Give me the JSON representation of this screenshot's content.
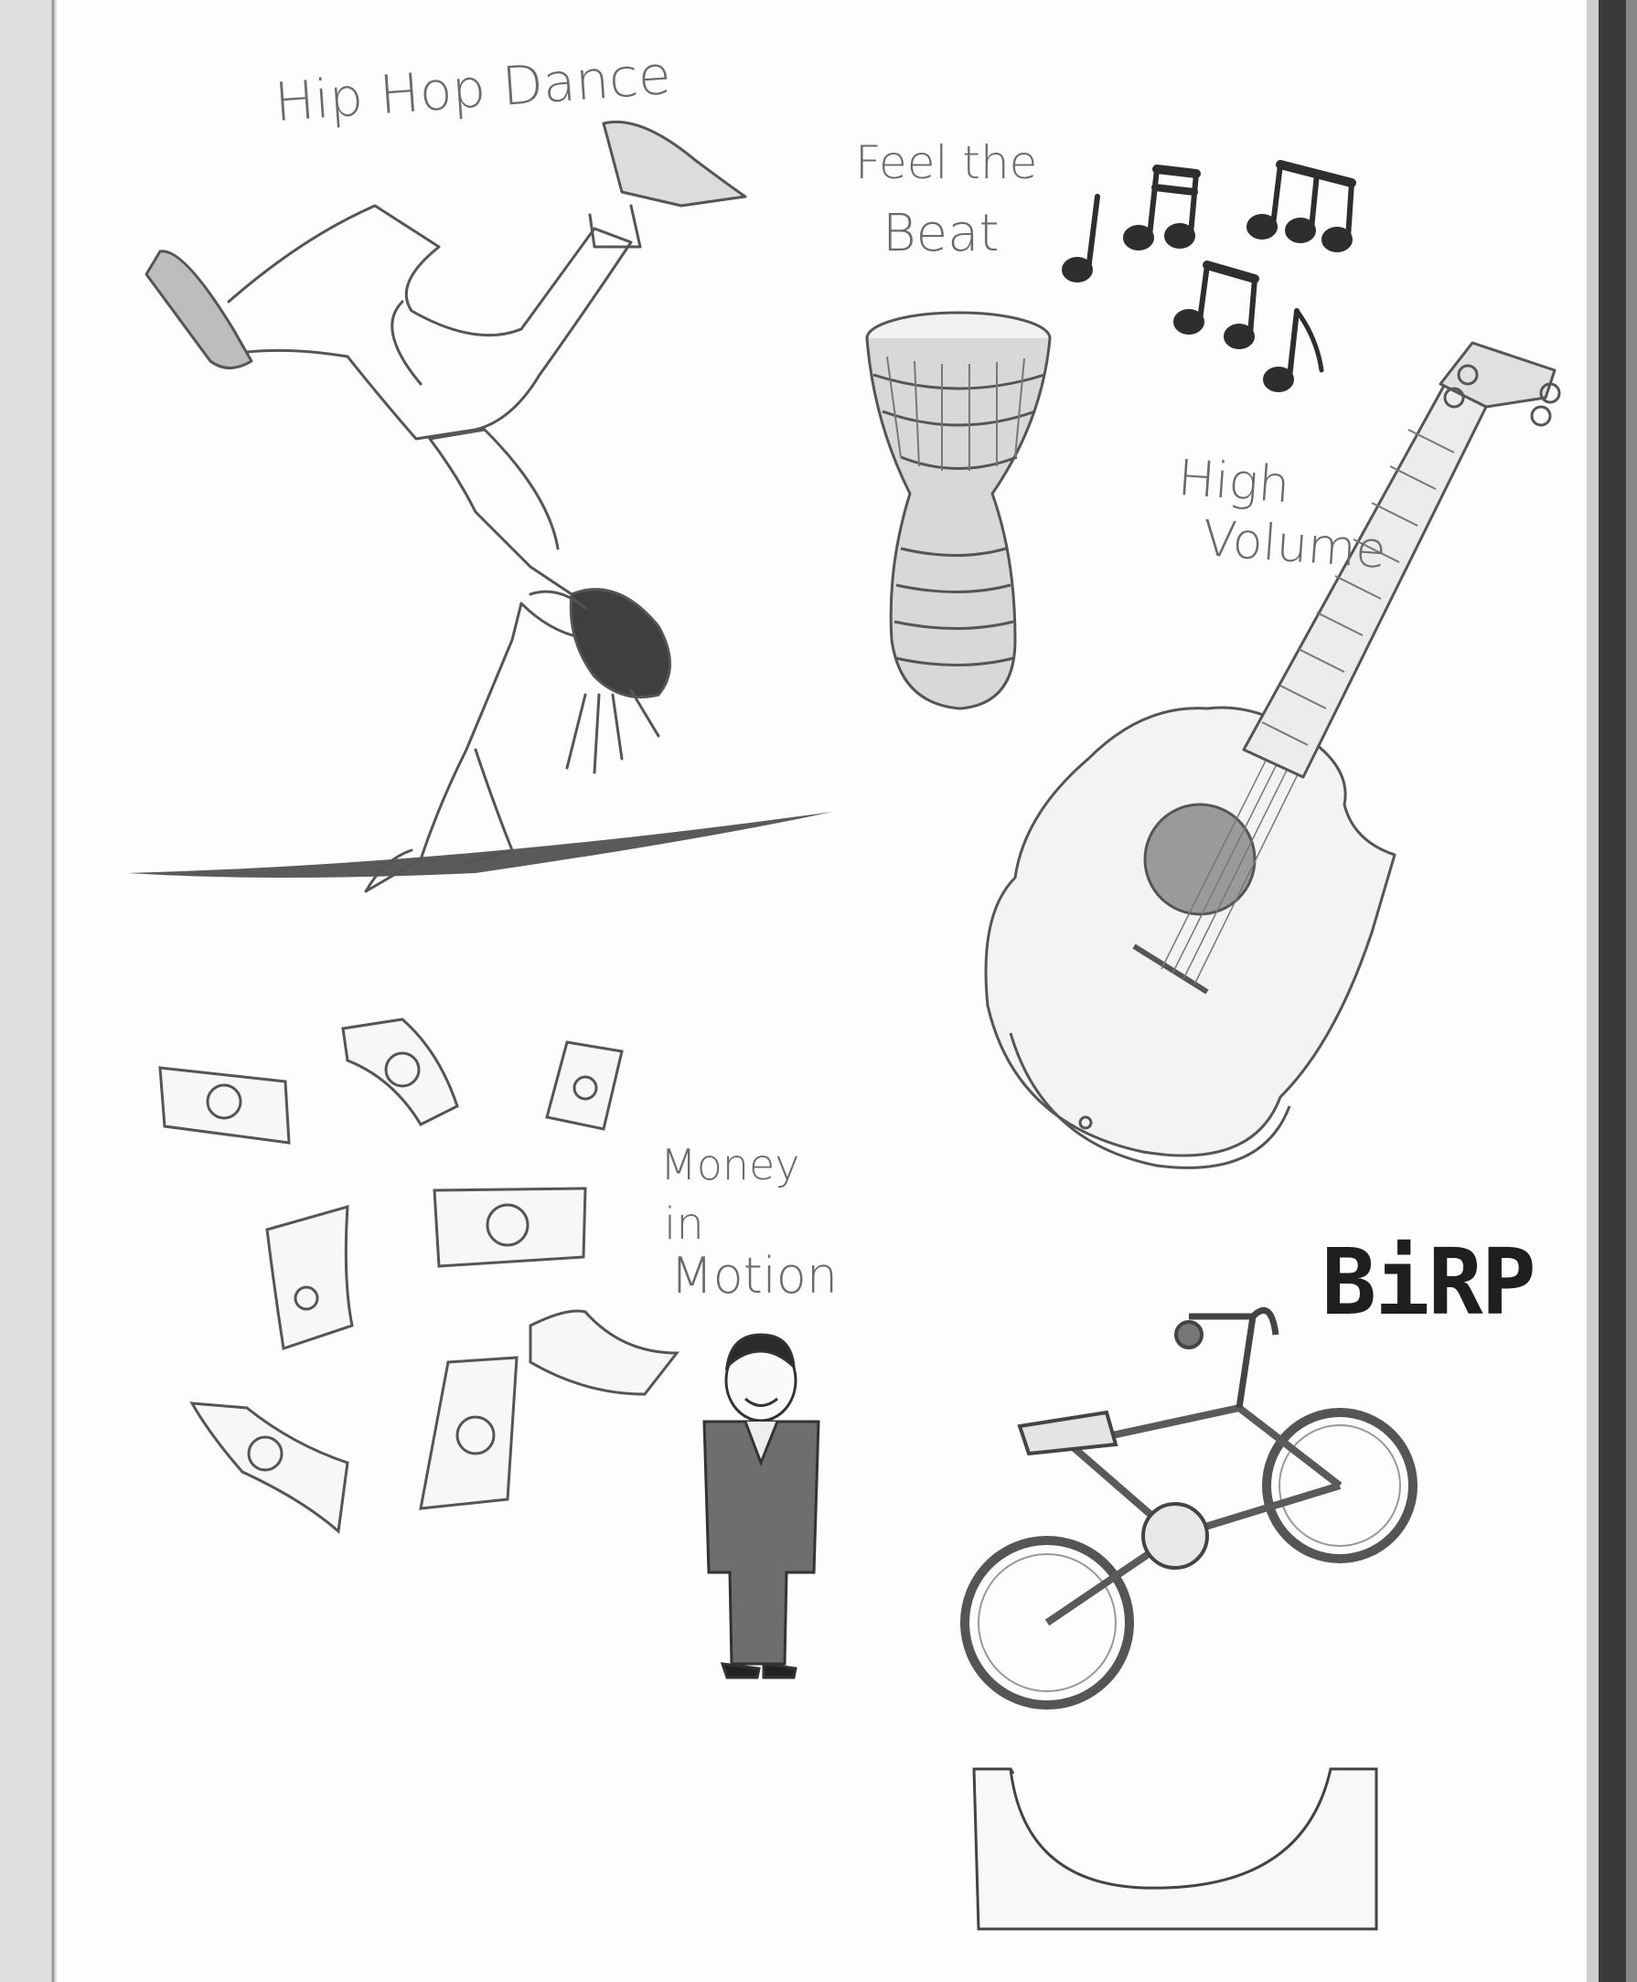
{
  "sketch_page": {
    "labels": {
      "hip_hop": "Hip Hop Dance",
      "feel": "Feel the",
      "beat": "Beat",
      "high": "High",
      "volume": "Volume",
      "money": "Money",
      "in": "in",
      "motion": "Motion",
      "birp": "BiRP"
    },
    "drawings": [
      "breakdancer-figure",
      "djembe-drum",
      "music-notes",
      "acoustic-guitar",
      "flying-banknotes",
      "businessman-figure",
      "bmx-bike",
      "half-pipe-ramp"
    ],
    "colors": {
      "pencil": "#555555",
      "shading": "#7a7a7a",
      "paper": "#fdfdfd"
    }
  }
}
